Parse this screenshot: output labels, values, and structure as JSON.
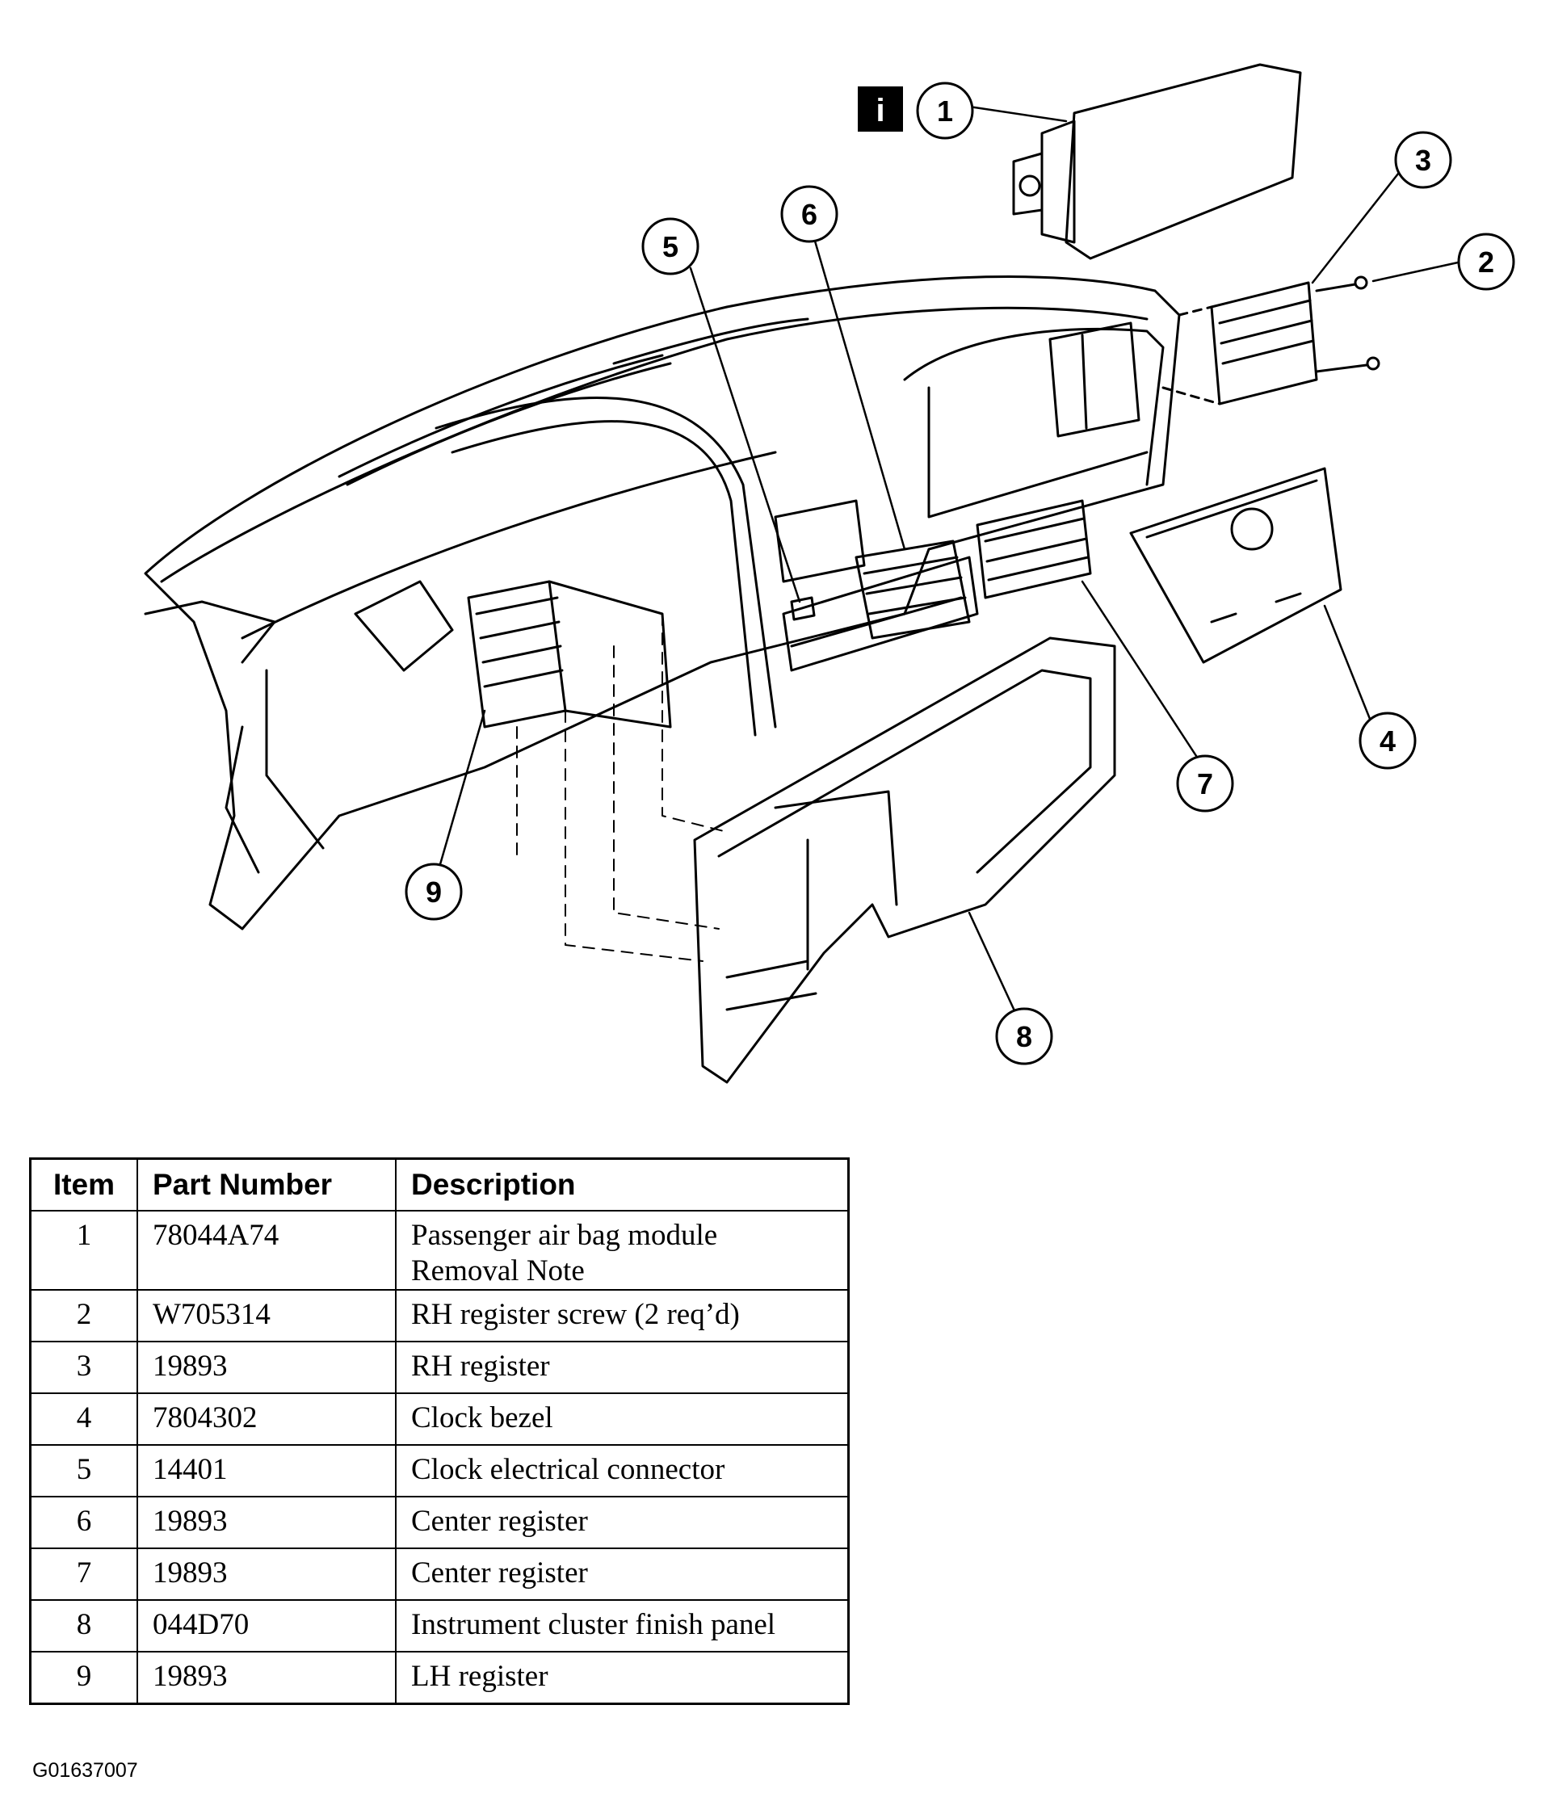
{
  "figure": {
    "id_label": "G01637007",
    "info_icon": "i",
    "callouts": [
      "1",
      "2",
      "3",
      "4",
      "5",
      "6",
      "7",
      "8",
      "9"
    ]
  },
  "table": {
    "headers": [
      "Item",
      "Part Number",
      "Description"
    ],
    "rows": [
      {
        "item": "1",
        "part": "78044A74",
        "desc_lines": [
          "Passenger air bag module",
          "Removal Note"
        ]
      },
      {
        "item": "2",
        "part": "W705314",
        "desc_lines": [
          "RH register screw (2 req’d)"
        ]
      },
      {
        "item": "3",
        "part": "19893",
        "desc_lines": [
          "RH register"
        ]
      },
      {
        "item": "4",
        "part": "7804302",
        "desc_lines": [
          "Clock bezel"
        ]
      },
      {
        "item": "5",
        "part": "14401",
        "desc_lines": [
          "Clock electrical connector"
        ]
      },
      {
        "item": "6",
        "part": "19893",
        "desc_lines": [
          "Center register"
        ]
      },
      {
        "item": "7",
        "part": "19893",
        "desc_lines": [
          "Center register"
        ]
      },
      {
        "item": "8",
        "part": "044D70",
        "desc_lines": [
          "Instrument cluster finish panel"
        ]
      },
      {
        "item": "9",
        "part": "19893",
        "desc_lines": [
          "LH register"
        ]
      }
    ]
  }
}
